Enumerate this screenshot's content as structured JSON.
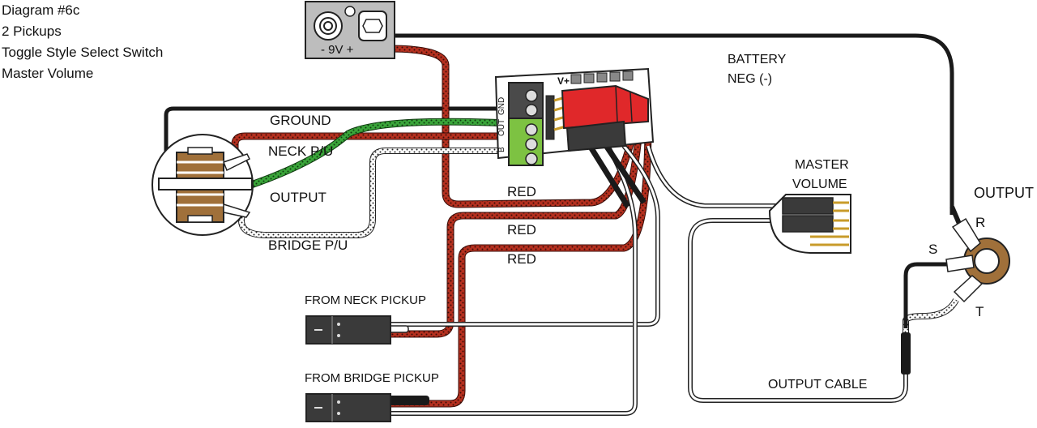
{
  "header": {
    "line1": "Diagram #6c",
    "line2": "2 Pickups",
    "line3": "Toggle Style Select Switch",
    "line4": "Master Volume"
  },
  "battery": {
    "voltage": "- 9V +",
    "neg_line1": "BATTERY",
    "neg_line2": "NEG (-)"
  },
  "board": {
    "vplus": "V+",
    "gnd": "GND",
    "out": "OUT",
    "b": "B"
  },
  "wires": {
    "ground": "GROUND",
    "neck_pu": "NECK P/U",
    "output": "OUTPUT",
    "bridge_pu": "BRIDGE P/U",
    "red1": "RED",
    "red2": "RED",
    "red3": "RED",
    "output_cable": "OUTPUT CABLE"
  },
  "master_volume": {
    "line1": "MASTER",
    "line2": "VOLUME"
  },
  "jack": {
    "title": "OUTPUT",
    "r": "R",
    "s": "S",
    "t": "T"
  },
  "pickups": {
    "neck": "FROM NECK PICKUP",
    "bridge": "FROM BRIDGE PICKUP"
  },
  "colors": {
    "red_wire": "#b5301f",
    "green_wire": "#3aa53a",
    "connector_red": "#e0282a",
    "terminal_green": "#7dc242",
    "wire_black": "#1a1a1a"
  }
}
